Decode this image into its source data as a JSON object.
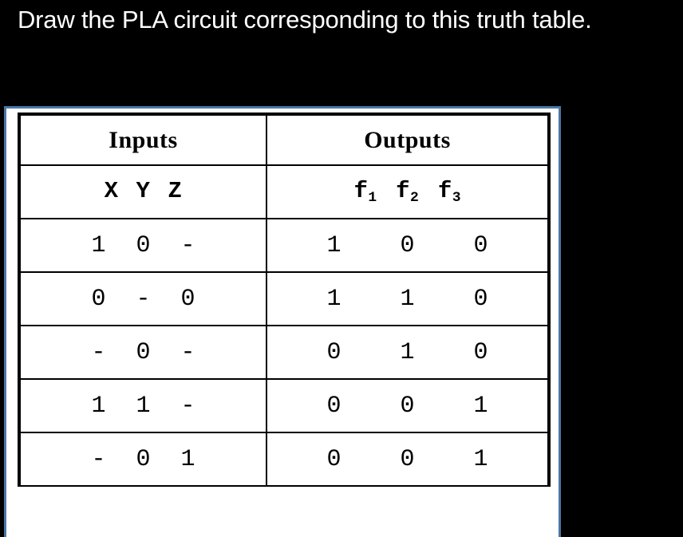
{
  "slide": {
    "title": "Draw the PLA circuit corresponding to this truth table.",
    "background_color": "#000000",
    "title_color": "#ffffff",
    "frame_color": "#4a77a8",
    "table_border_color": "#000000",
    "table_background": "#ffffff"
  },
  "table": {
    "group_headers": {
      "inputs": "Inputs",
      "outputs": "Outputs"
    },
    "input_signals": [
      {
        "name": "X",
        "sub": ""
      },
      {
        "name": "Y",
        "sub": ""
      },
      {
        "name": "Z",
        "sub": ""
      }
    ],
    "output_signals": [
      {
        "name": "f",
        "sub": "1"
      },
      {
        "name": "f",
        "sub": "2"
      },
      {
        "name": "f",
        "sub": "3"
      }
    ],
    "rows": [
      {
        "inputs": "1 0 -",
        "outputs": "1 0 0"
      },
      {
        "inputs": "0 - 0",
        "outputs": "1 1 0"
      },
      {
        "inputs": "- 0 -",
        "outputs": "0 1 0"
      },
      {
        "inputs": "1 1 -",
        "outputs": "0 0 1"
      },
      {
        "inputs": "- 0 1",
        "outputs": "0 0 1"
      }
    ]
  }
}
